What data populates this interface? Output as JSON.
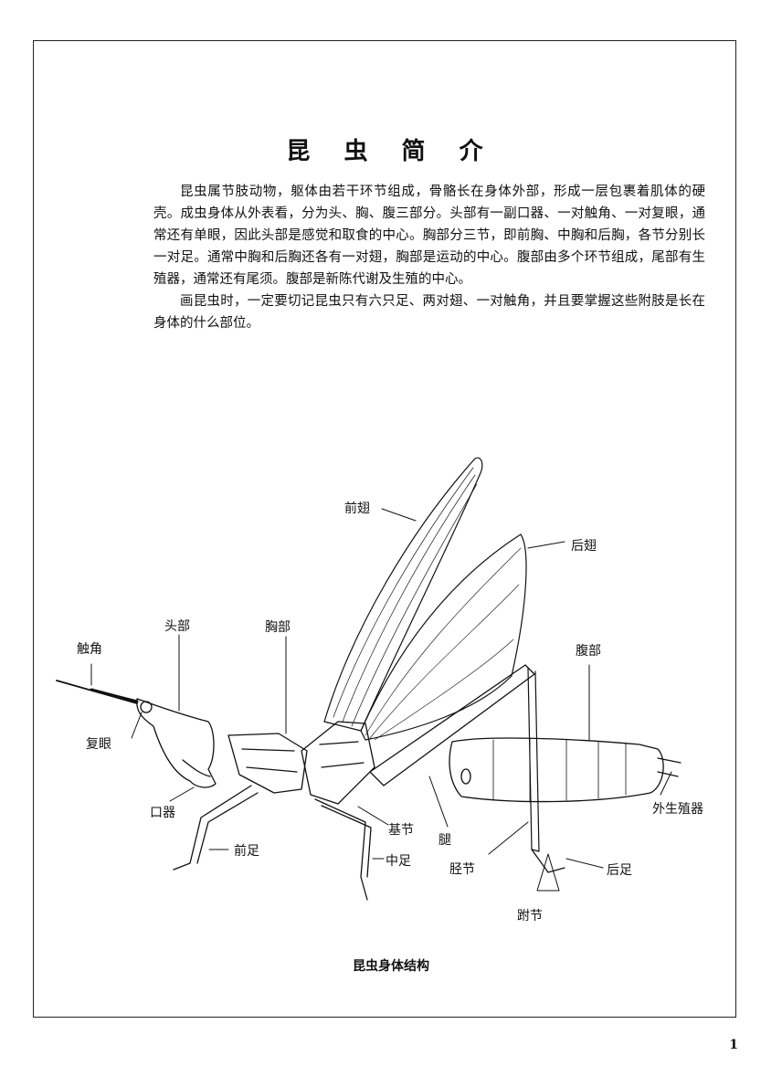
{
  "page": {
    "title": "昆 虫 简 介",
    "paragraphs": [
      "昆虫属节肢动物，躯体由若干环节组成，骨骼长在身体外部，形成一层包裹着肌体的硬壳。成虫身体从外表看，分为头、胸、腹三部分。头部有一副口器、一对触角、一对复眼，通常还有单眼，因此头部是感觉和取食的中心。胸部分三节，即前胸、中胸和后胸，各节分别长一对足。通常中胸和后胸还各有一对翅，胸部是运动的中心。腹部由多个环节组成，尾部有生殖器，通常还有尾须。腹部是新陈代谢及生殖的中心。",
      "画昆虫时，一定要切记昆虫只有六只足、两对翅、一对触角，并且要掌握这些附肢是长在身体的什么部位。"
    ],
    "page_number": "1"
  },
  "figure": {
    "caption": "昆虫身体结构",
    "labels": {
      "forewing": "前翅",
      "hindwing": "后翅",
      "head": "头部",
      "thorax": "胸部",
      "antenna": "触角",
      "abdomen": "腹部",
      "compound_eye": "复眼",
      "mouthparts": "口器",
      "coxa": "基节",
      "femur": "腿",
      "ovipositor": "外生殖器",
      "foreleg": "前足",
      "midleg": "中足",
      "tibia": "胫节",
      "hindleg": "后足",
      "tarsus": "跗节"
    }
  }
}
